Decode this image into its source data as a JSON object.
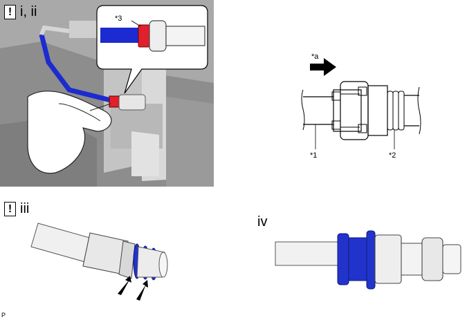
{
  "panels": {
    "photo": {
      "step_label": "i, ii",
      "callout": "*3"
    },
    "schematic": {
      "label_a": "*a",
      "label_1": "*1",
      "label_2": "*2"
    },
    "panel3": {
      "step_label": "iii"
    },
    "panel4": {
      "step_label": "iv"
    }
  },
  "warning_symbol": "!",
  "corner_code": "P",
  "colors": {
    "highlight_blue": "#2233cc",
    "highlight_red": "#e0202a",
    "photo_bg": "#a8a8a8",
    "line": "#000000"
  }
}
